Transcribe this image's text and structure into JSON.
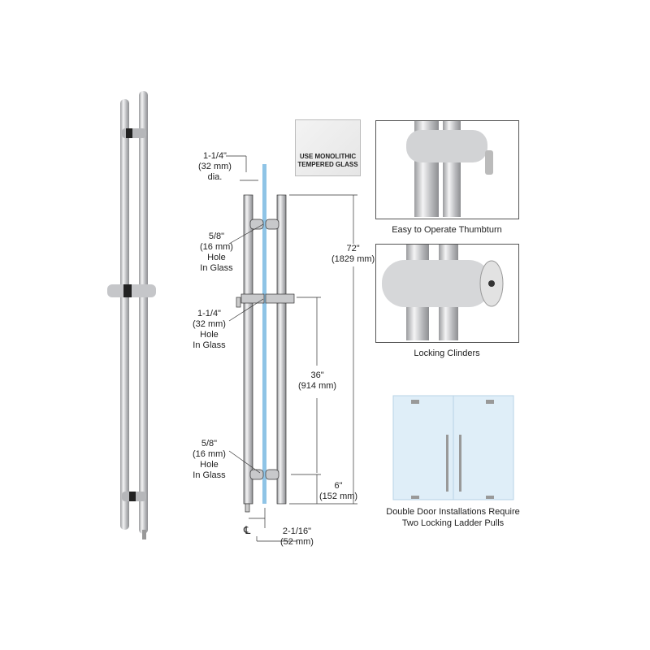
{
  "badge": {
    "line1": "USE MONOLITHIC",
    "line2": "TEMPERED GLASS"
  },
  "dimensions": {
    "tube_dia": [
      "1-1/4\"",
      "(32 mm)",
      "dia."
    ],
    "hole_top": [
      "5/8\"",
      "(16 mm)",
      "Hole",
      "In Glass"
    ],
    "hole_mid": [
      "1-1/4\"",
      "(32 mm)",
      "Hole",
      "In Glass"
    ],
    "hole_bottom": [
      "5/8\"",
      "(16 mm)",
      "Hole",
      "In Glass"
    ],
    "overall": [
      "72\"",
      "(1829 mm)"
    ],
    "lock_span": [
      "36\"",
      "(914 mm)"
    ],
    "bottom_offset": [
      "6\"",
      "(152 mm)"
    ],
    "offset": [
      "2-1/16\"",
      "(52 mm)"
    ],
    "centerline": "℄"
  },
  "captions": {
    "thumbturn": "Easy to Operate Thumbturn",
    "cylinders": "Locking Clinders",
    "double_door_1": "Double Door Installations Require",
    "double_door_2": "Two Locking Ladder Pulls"
  },
  "colors": {
    "glass": "#8fc4e6",
    "steel": "#c8c9cb"
  }
}
